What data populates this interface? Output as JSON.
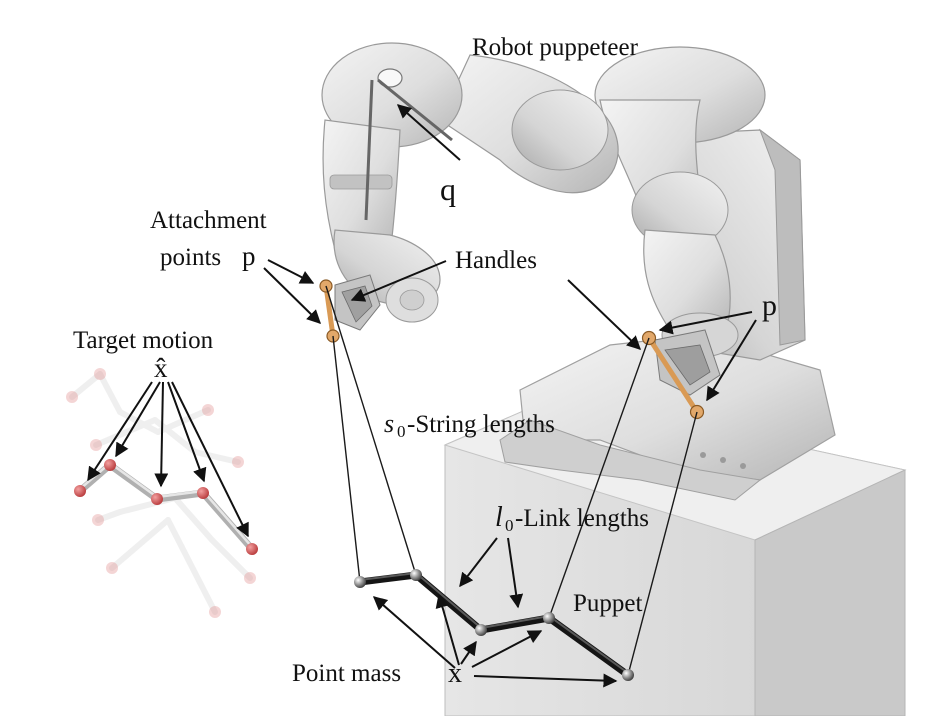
{
  "labels": {
    "robot_puppeteer": "Robot puppeteer",
    "q": "q",
    "attachment_points_line1": "Attachment",
    "attachment_points_line2": "points",
    "attachment_p": "p",
    "handles": "Handles",
    "right_p": "p",
    "target_motion": "Target motion",
    "x_hat": "x̂",
    "string_sym": "s",
    "string_sub": "0",
    "string_text": "-String lengths",
    "link_sym": "l",
    "link_sub": "0",
    "link_text": " -Link lengths",
    "puppet": "Puppet",
    "point_mass": "Point mass",
    "x": "x"
  },
  "colors": {
    "robot_body": "#e3e3e3",
    "robot_shadow": "#b9b9b9",
    "robot_outline": "#8e8e8e",
    "handle_orange": "#d99a55",
    "arrow": "#111111",
    "puppet_link": "#151515",
    "target_red": "#c9494a",
    "pedestal": "#dcdcdc"
  }
}
